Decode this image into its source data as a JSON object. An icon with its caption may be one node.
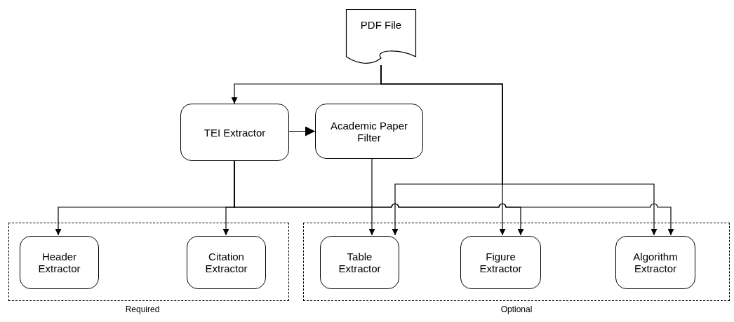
{
  "diagram": {
    "nodes": [
      {
        "text": [
          "PDF File"
        ]
      },
      {
        "text": [
          "TEI Extractor"
        ]
      },
      {
        "text": [
          "Academic Paper Filter"
        ]
      },
      {
        "text": [
          "Required"
        ]
      },
      {
        "text": [
          "Header Extractor"
        ],
        "in": 3
      },
      {
        "text": [
          "Citation Extractor"
        ],
        "in": 3
      },
      {
        "text": [
          "Optional"
        ]
      },
      {
        "text": [
          "Table Extractor"
        ],
        "in": 6
      },
      {
        "text": [
          "Figure Extractor"
        ],
        "in": 6
      },
      {
        "text": [
          "Algorithm Extractor"
        ],
        "in": 6
      }
    ],
    "edges": [
      {
        "from": 0,
        "to": 1,
        "arrow": "to"
      },
      {
        "from": 0,
        "to": 8,
        "arrow": "to"
      },
      {
        "from": 0,
        "to": 7,
        "arrow": "to"
      },
      {
        "from": 0,
        "to": 9,
        "arrow": "to"
      },
      {
        "from": 1,
        "to": 2,
        "arrow": "to"
      },
      {
        "from": 1,
        "to": 4,
        "arrow": "to"
      },
      {
        "from": 1,
        "to": 5,
        "arrow": "to"
      },
      {
        "from": 1,
        "to": 8,
        "arrow": "to"
      },
      {
        "from": 1,
        "to": 9,
        "arrow": "to"
      },
      {
        "from": 2,
        "to": 7,
        "arrow": "to"
      }
    ]
  }
}
